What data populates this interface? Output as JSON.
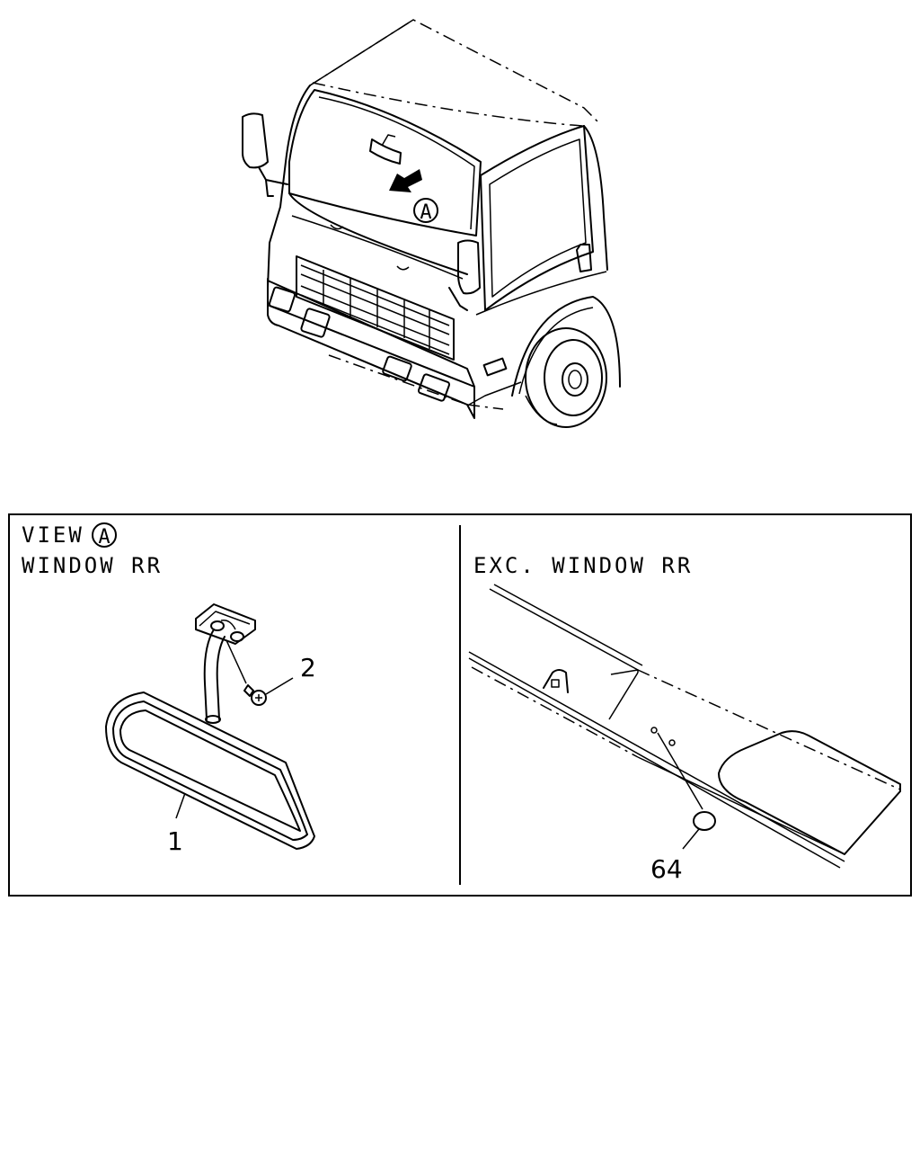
{
  "truck_view": {
    "view_marker": "A"
  },
  "detail_box": {
    "left_panel": {
      "view_prefix": "VIEW",
      "view_marker": "A",
      "subtitle": "WINDOW RR",
      "callouts": {
        "mirror": "1",
        "screw": "2"
      }
    },
    "right_panel": {
      "subtitle": "EXC. WINDOW RR",
      "callouts": {
        "plug": "64"
      }
    }
  }
}
